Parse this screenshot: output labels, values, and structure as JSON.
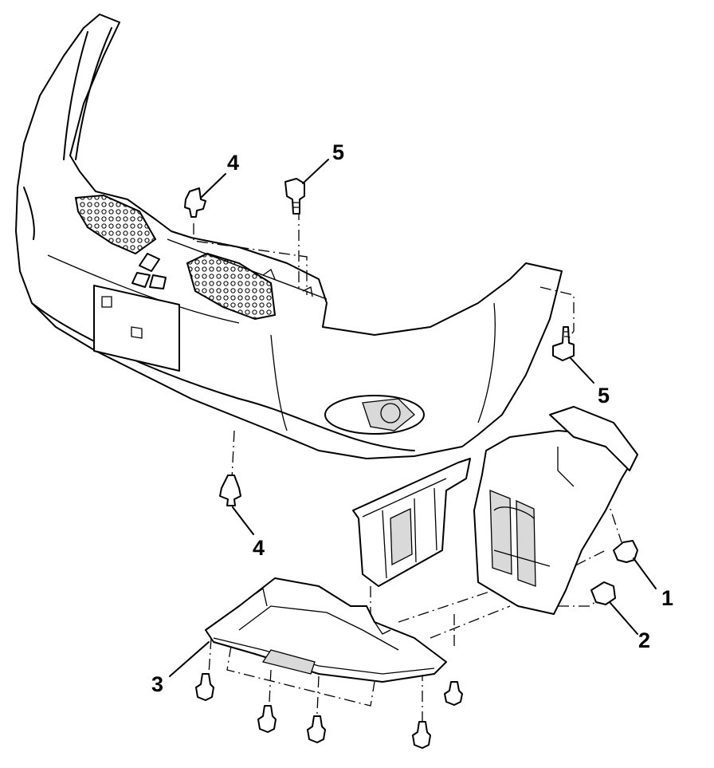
{
  "callouts": {
    "c1": "1",
    "c2": "2",
    "c3": "3",
    "c4_top": "4",
    "c4_bottom": "4",
    "c5_top": "5",
    "c5_right": "5"
  }
}
